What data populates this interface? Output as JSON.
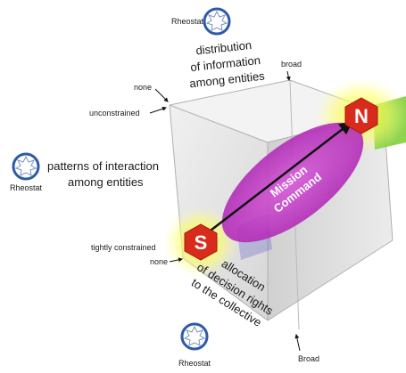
{
  "labels": {
    "rheostat_top": "Rheostat",
    "rheostat_left": "Rheostat",
    "rheostat_bottom": "Rheostat",
    "distribution": [
      "distribution",
      "of information",
      "among entities"
    ],
    "patterns": [
      "patterns of interaction",
      "among entities"
    ],
    "allocation": [
      "allocation",
      "of decision rights",
      "to the collective"
    ],
    "top_none": "none",
    "top_broad": "broad",
    "unconstrained": "unconstrained",
    "tightly_constrained": "tightly constrained",
    "bottom_none": "none",
    "bottom_broad": "Broad",
    "mission_command": [
      "Mission",
      "Command"
    ],
    "node_s": "S",
    "node_n": "N"
  },
  "colors": {
    "cube_face": "#d9d9d9",
    "ellipse": "#c23ec8",
    "node_s": "#d92b1c",
    "node_n": "#d92b1c",
    "glow": "#ffff33",
    "green_block": "#7acc2e",
    "rheostat_ring": "#2e5aa8"
  },
  "icons": {
    "rheostat": "rheostat-dial-icon"
  }
}
